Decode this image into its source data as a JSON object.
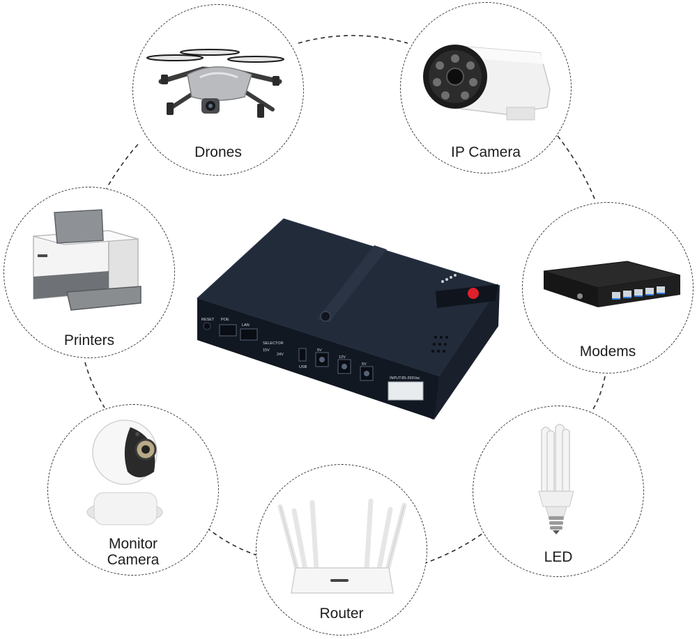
{
  "devices": [
    {
      "key": "drones",
      "label": "Drones",
      "icon": "drone-icon"
    },
    {
      "key": "ipcam",
      "label": "IP Camera",
      "icon": "bullet-camera-icon"
    },
    {
      "key": "printers",
      "label": "Printers",
      "icon": "printer-icon"
    },
    {
      "key": "modems",
      "label": "Modems",
      "icon": "network-switch-icon"
    },
    {
      "key": "monitor",
      "label_line1": "Monitor",
      "label_line2": "Camera",
      "icon": "dome-camera-icon"
    },
    {
      "key": "led",
      "label": "LED",
      "icon": "led-bulb-icon"
    },
    {
      "key": "router",
      "label": "Router",
      "icon": "wifi-router-icon"
    }
  ],
  "ups": {
    "icon": "mini-ups-icon",
    "port_labels": {
      "reset": "RESET",
      "poe": "POE",
      "lan": "LAN",
      "selector": "SELECTOR",
      "sel_low": "15V",
      "sel_high": "24V",
      "usb": "USB",
      "dc1": "5V",
      "dc2": "12V",
      "dc3": "5V",
      "input": "INPUT:85-265Vac"
    }
  },
  "colors": {
    "ups_body": "#1c2330",
    "ups_face": "#121822",
    "power_button": "#e0202a",
    "dash_line": "#2b2b2b",
    "label_text": "#1d1d1d"
  }
}
